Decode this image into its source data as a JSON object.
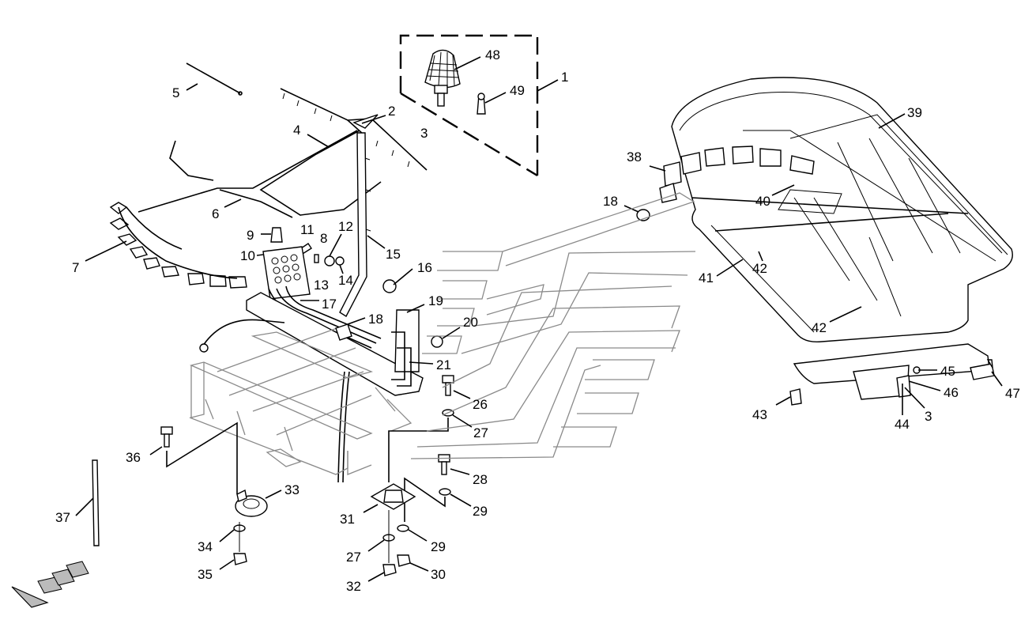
{
  "callouts": [
    {
      "id": "c48",
      "text": "48"
    },
    {
      "id": "c49",
      "text": "49"
    },
    {
      "id": "c1",
      "text": "1"
    },
    {
      "id": "c5",
      "text": "5"
    },
    {
      "id": "c2",
      "text": "2"
    },
    {
      "id": "c3a",
      "text": "3"
    },
    {
      "id": "c4",
      "text": "4"
    },
    {
      "id": "c6",
      "text": "6"
    },
    {
      "id": "c7",
      "text": "7"
    },
    {
      "id": "c9",
      "text": "9"
    },
    {
      "id": "c11",
      "text": "11"
    },
    {
      "id": "c8",
      "text": "8"
    },
    {
      "id": "c12",
      "text": "12"
    },
    {
      "id": "c10",
      "text": "10"
    },
    {
      "id": "c13",
      "text": "13"
    },
    {
      "id": "c14",
      "text": "14"
    },
    {
      "id": "c15",
      "text": "15"
    },
    {
      "id": "c16",
      "text": "16"
    },
    {
      "id": "c17",
      "text": "17"
    },
    {
      "id": "c19",
      "text": "19"
    },
    {
      "id": "c18a",
      "text": "18"
    },
    {
      "id": "c20",
      "text": "20"
    },
    {
      "id": "c21",
      "text": "21"
    },
    {
      "id": "c26",
      "text": "26"
    },
    {
      "id": "c27a",
      "text": "27"
    },
    {
      "id": "c36",
      "text": "36"
    },
    {
      "id": "c28",
      "text": "28"
    },
    {
      "id": "c37",
      "text": "37"
    },
    {
      "id": "c33",
      "text": "33"
    },
    {
      "id": "c29a",
      "text": "29"
    },
    {
      "id": "c31",
      "text": "31"
    },
    {
      "id": "c34",
      "text": "34"
    },
    {
      "id": "c29b",
      "text": "29"
    },
    {
      "id": "c27b",
      "text": "27"
    },
    {
      "id": "c35",
      "text": "35"
    },
    {
      "id": "c30",
      "text": "30"
    },
    {
      "id": "c32",
      "text": "32"
    },
    {
      "id": "c39",
      "text": "39"
    },
    {
      "id": "c38",
      "text": "38"
    },
    {
      "id": "c18b",
      "text": "18"
    },
    {
      "id": "c40",
      "text": "40"
    },
    {
      "id": "c41",
      "text": "41"
    },
    {
      "id": "c42a",
      "text": "42"
    },
    {
      "id": "c42b",
      "text": "42"
    },
    {
      "id": "c45",
      "text": "45"
    },
    {
      "id": "c47",
      "text": "47"
    },
    {
      "id": "c46",
      "text": "46"
    },
    {
      "id": "c43",
      "text": "43"
    },
    {
      "id": "c44",
      "text": "44"
    },
    {
      "id": "c3b",
      "text": "3"
    }
  ]
}
